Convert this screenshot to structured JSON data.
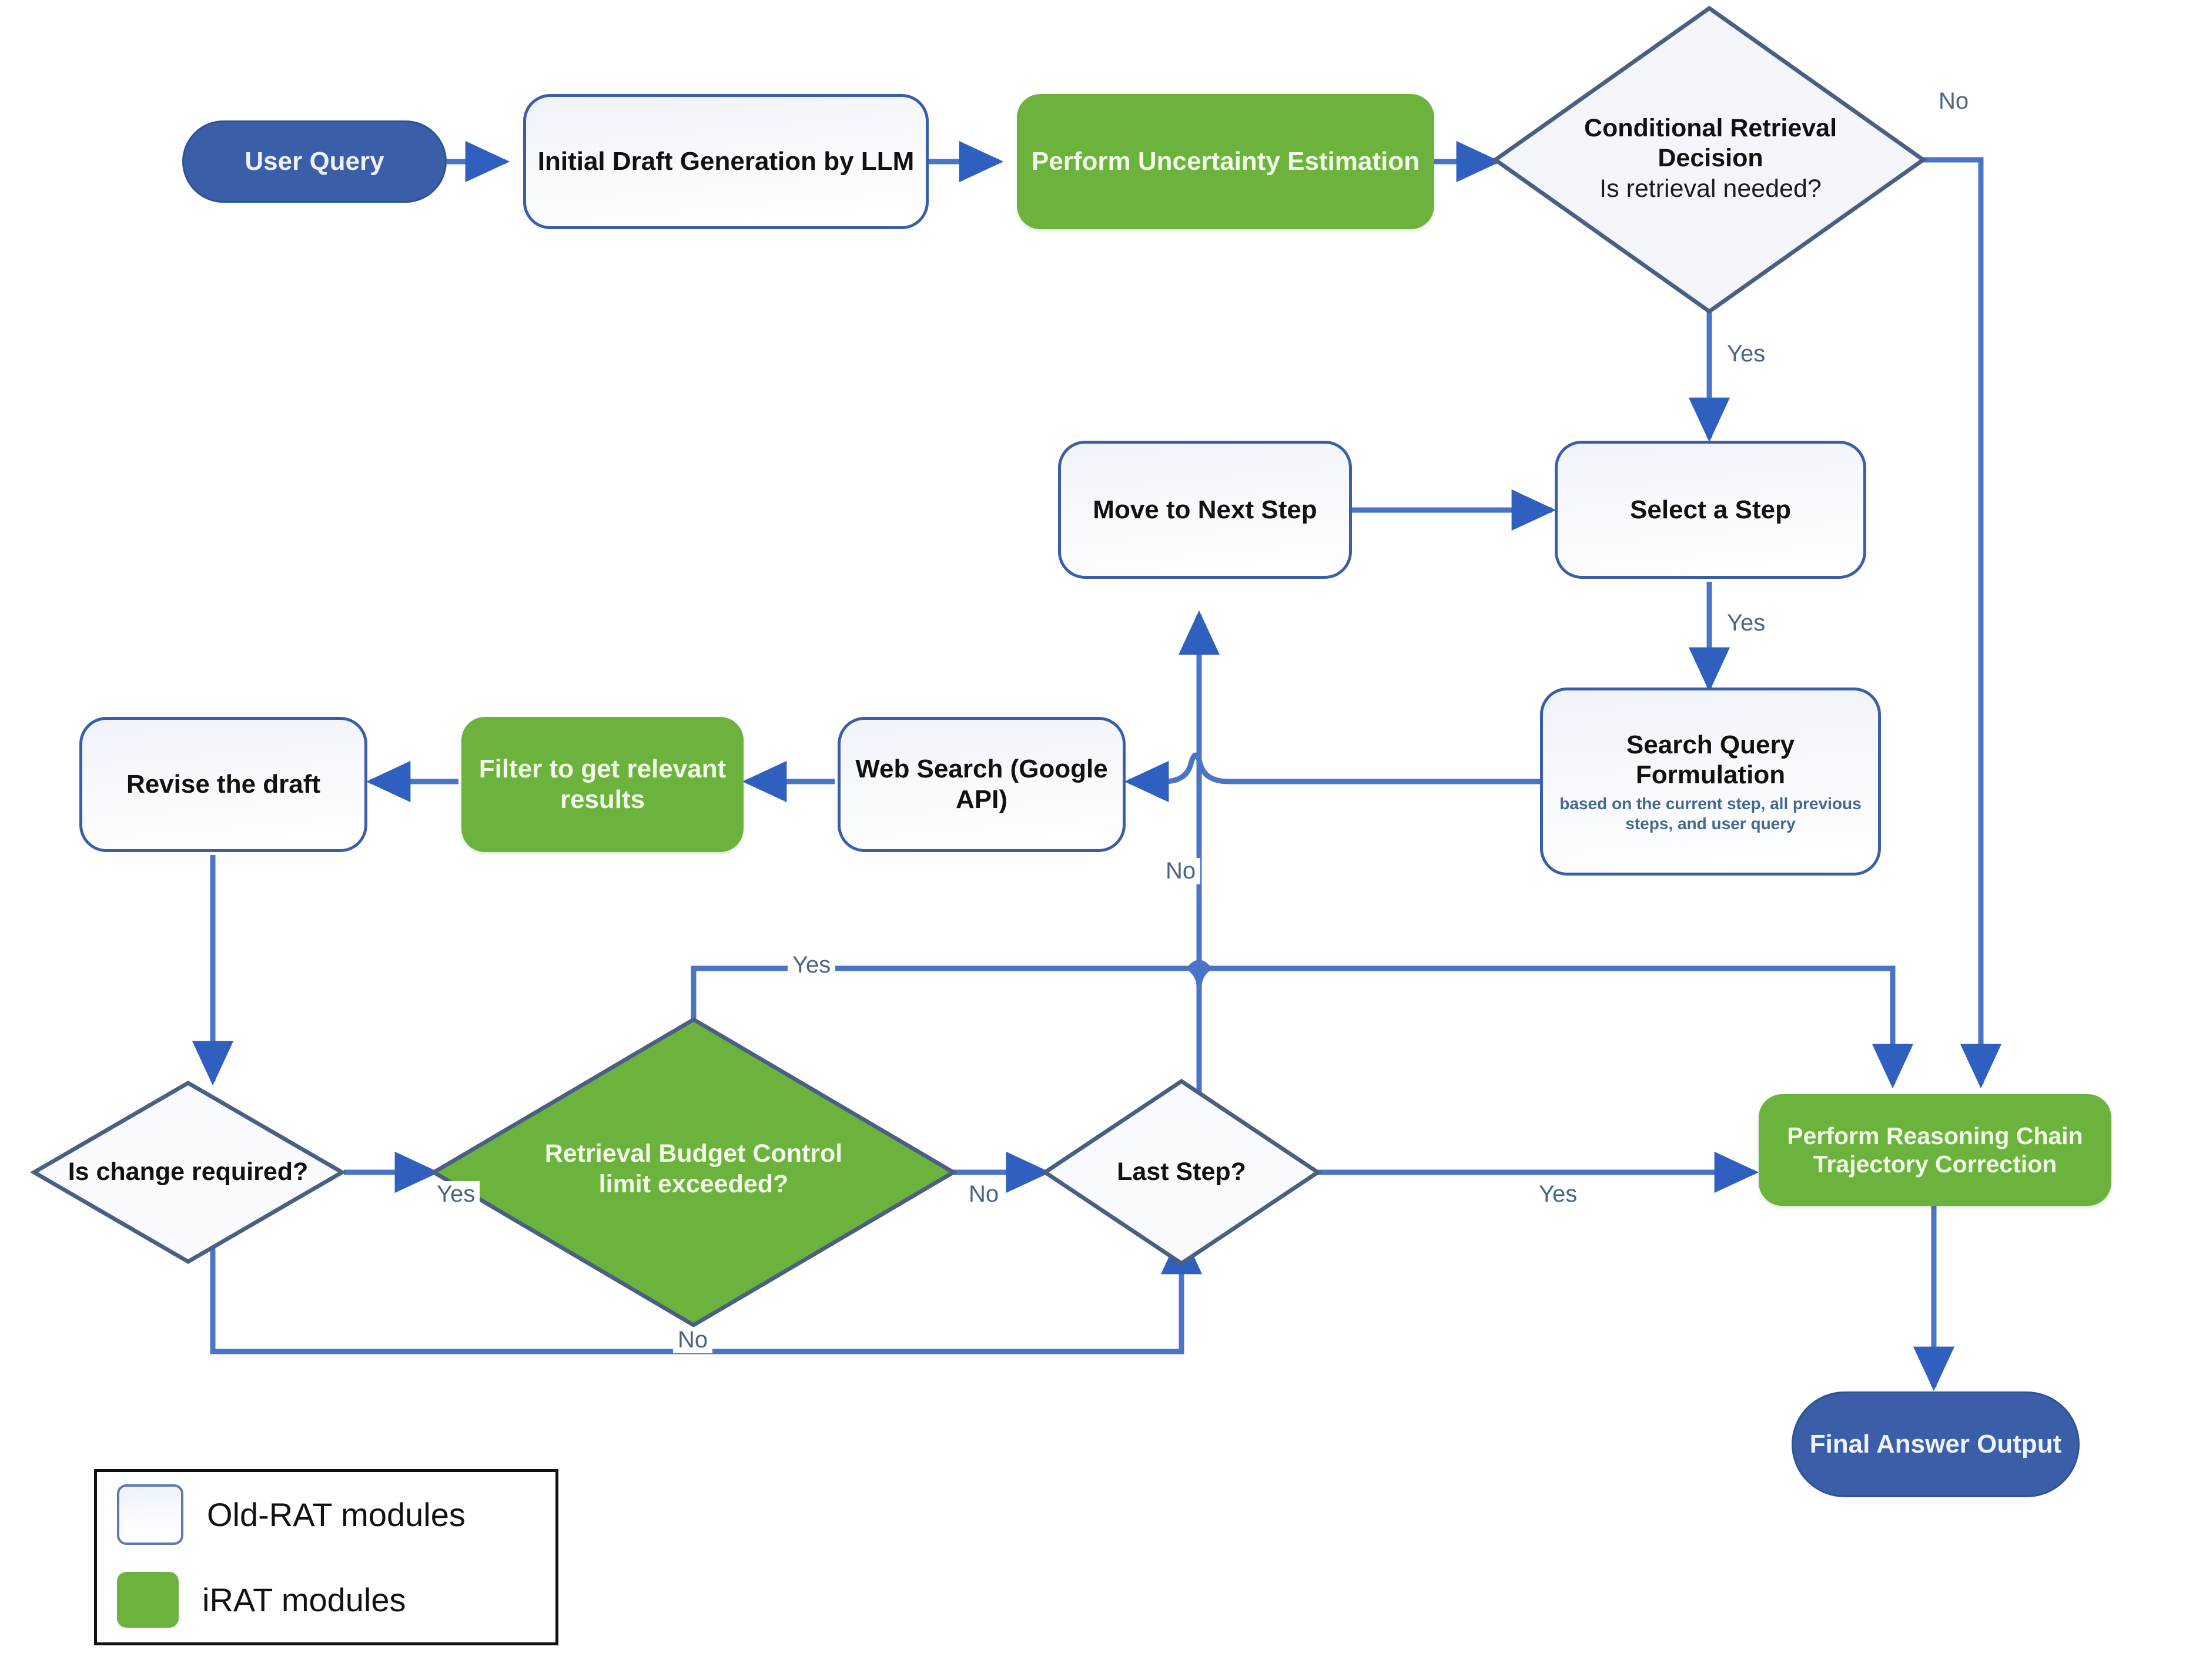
{
  "diagram": {
    "title": "iRAT vs Old-RAT flowchart",
    "colors": {
      "green": "#6cb33e",
      "blue": "#3b5ea8",
      "edge": "#4a74c4",
      "edge_label": "#4a6484",
      "node_border": "#3b5ea8",
      "subtitle": "#46688f"
    }
  },
  "nodes": {
    "user_query": {
      "label": "User Query",
      "kind": "terminator"
    },
    "initial_draft": {
      "label": "Initial Draft Generation by LLM",
      "kind": "process"
    },
    "uncertainty": {
      "label": "Perform Uncertainty Estimation",
      "kind": "process-irat"
    },
    "conditional_decision": {
      "label": "Conditional Retrieval Decision",
      "sublabel": "Is retrieval needed?",
      "kind": "decision"
    },
    "move_next_step": {
      "label": "Move to Next Step",
      "kind": "process"
    },
    "select_step": {
      "label": "Select a Step",
      "kind": "process"
    },
    "search_query": {
      "label": "Search Query Formulation",
      "sublabel": "based on the current step, all previous steps, and user query",
      "kind": "process"
    },
    "web_search": {
      "label": "Web Search (Google API)",
      "kind": "process"
    },
    "filter_results": {
      "label": "Filter to get relevant results",
      "kind": "process-irat"
    },
    "revise_draft": {
      "label": "Revise the draft",
      "kind": "process"
    },
    "is_change_required": {
      "label": "Is change required?",
      "kind": "decision"
    },
    "retrieval_budget": {
      "label": "Retrieval Budget Control limit exceeded?",
      "kind": "decision-irat"
    },
    "last_step": {
      "label": "Last Step?",
      "kind": "decision"
    },
    "reasoning_correction": {
      "label": "Perform Reasoning Chain Trajectory Correction",
      "kind": "process-irat"
    },
    "final_answer": {
      "label": "Final Answer Output",
      "kind": "terminator"
    }
  },
  "edge_labels": {
    "cond_no": "No",
    "cond_yes": "Yes",
    "select_yes": "Yes",
    "budget_yes": "Yes",
    "budget_no": "No",
    "change_yes": "Yes",
    "change_no": "No",
    "last_step_no": "No",
    "last_step_yes": "Yes"
  },
  "legend": {
    "items": [
      {
        "label": "Old-RAT modules",
        "swatch": "old-rat"
      },
      {
        "label": "iRAT modules",
        "swatch": "irat"
      }
    ]
  }
}
